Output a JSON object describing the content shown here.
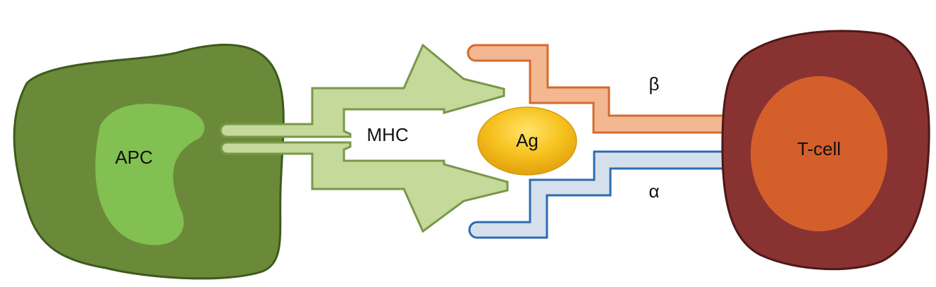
{
  "labels": {
    "apc": "APC",
    "mhc": "MHC",
    "antigen": "Ag",
    "t_cell": "T-cell",
    "beta": "β",
    "alpha": "α"
  },
  "colors": {
    "apc_body": "#6a8a3a",
    "apc_nucleus": "#82c051",
    "mhc_fill": "#c5d99a",
    "mhc_stroke": "#789848",
    "tcr_beta_fill": "#f3b791",
    "tcr_beta_stroke": "#d66a2e",
    "tcr_alpha_fill": "#d5e0ec",
    "tcr_alpha_stroke": "#2e6bb0",
    "tcell_body": "#893232",
    "tcell_nucleus": "#d45f2b",
    "antigen": "#f3b81d"
  }
}
